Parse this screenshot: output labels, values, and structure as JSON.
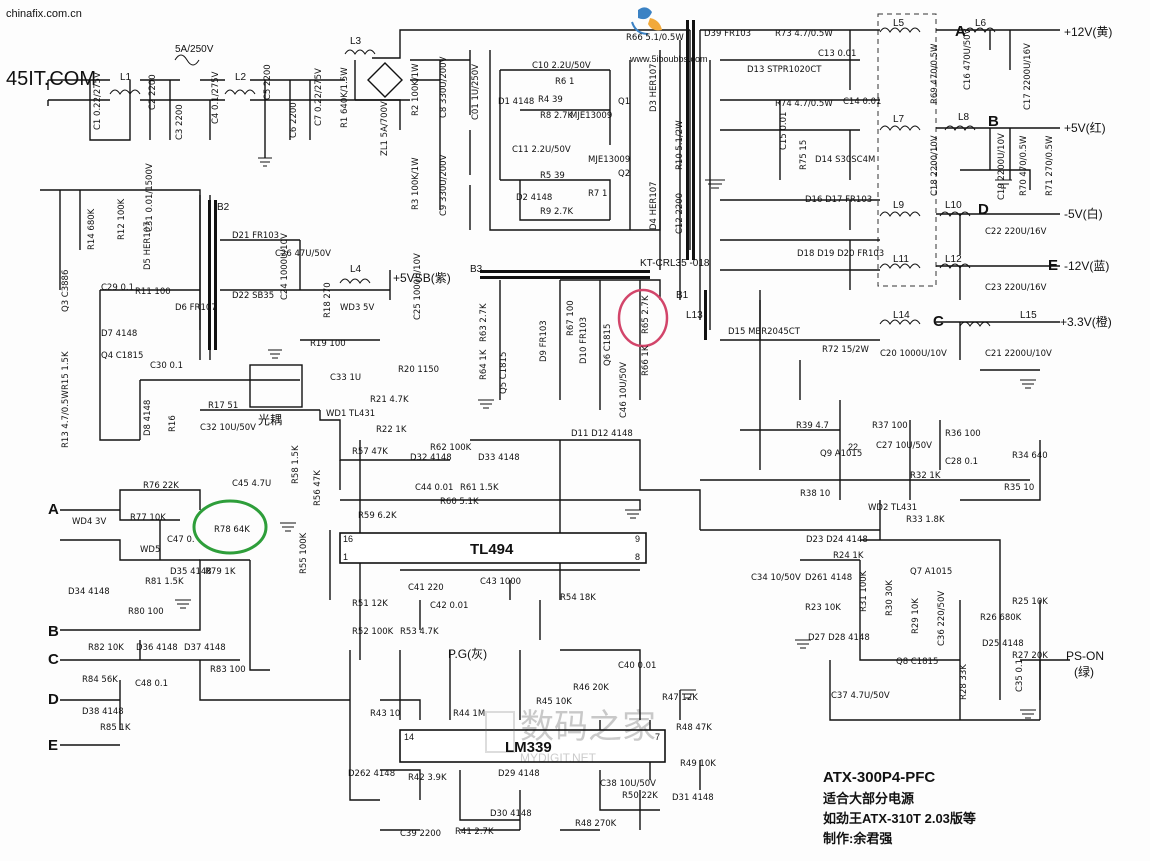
{
  "watermarks": {
    "site_top": "chinafix.com.cn",
    "site_left": "45IT.COM",
    "center_logo": "数码之家",
    "center_sub": "MYDIGIT.NET",
    "top_url": "www.5iboubbs.com"
  },
  "title_block": {
    "model": "ATX-300P4-PFC",
    "line1": "适合大部分电源",
    "line2": "如劲王ATX-310T 2.03版等",
    "line3": "制作:余君强"
  },
  "chips": {
    "pwm": "TL494",
    "comparator": "LM339"
  },
  "outputs": {
    "v12": "+12V(黄)",
    "v5": "+5V(红)",
    "vm5": "-5V(白)",
    "vm12": "-12V(蓝)",
    "v33": "+3.3V(橙)",
    "v5sb": "+5VSB(紫)",
    "pg": "P.G(灰)",
    "pson": "PS-ON",
    "pson_color": "(绿)",
    "optocoupler": "光耦"
  },
  "points": {
    "A": "A",
    "B": "B",
    "C": "C",
    "D": "D",
    "E": "E"
  },
  "labels": {
    "L1": "L1",
    "L2": "L2",
    "L3": "L3",
    "L4": "L4",
    "L5": "L5",
    "L6": "L6",
    "L7": "L7",
    "L8": "L8",
    "L9": "L9",
    "L10": "L10",
    "L11": "L11",
    "L12": "L12",
    "L13": "L13",
    "L14": "L14",
    "L15": "L15",
    "B1": "B1",
    "B2": "B2",
    "B3": "B3",
    "fuse": "5A/250V",
    "transformer": "KT-CRL35\n-018",
    "c1": "C1 0.22/275V",
    "c2": "C2 2200",
    "c3": "C3 2200",
    "c4": "C4 0.1/275V",
    "c5": "C5 2200",
    "c6": "C6 2200",
    "c7": "C7 0.22/275V",
    "r1": "R1 640K/1.5W",
    "zl1": "ZL1 5A/700V",
    "r2": "R2 100K/1W",
    "r3": "R3 100K/1W",
    "c8": "C8 330U/200V",
    "c9": "C9 330U/200V",
    "c01": "C01 1U/250V",
    "c10": "C10 2.2U/50V",
    "c11": "C11 2.2U/50V",
    "r6": "R6 1",
    "r4": "R4 39",
    "r8": "R8 2.7K",
    "r5": "R5 39",
    "r7": "R7 1",
    "r9": "R9 2.7K",
    "d1": "D1 4148",
    "d2": "D2 4148",
    "q1": "Q1",
    "q2": "Q2",
    "mje1": "MJE13009",
    "mje2": "MJE13009",
    "d3": "D3 HER107",
    "d4": "D4 HER107",
    "r10": "R10 5.1/2W",
    "c12": "C12 2200",
    "r66": "R66 5.1/0.5W",
    "d39": "D39 FR103",
    "r73": "R73 4.7/0.5W",
    "c13": "C13 0.01",
    "d13": "D13 STPR1020CT",
    "r74": "R74 4.7/0.5W",
    "c14": "C14 0.01",
    "c15": "C15 0.01",
    "r75": "R75 15",
    "d14": "D14 S30SC4M",
    "d16d17": "D16 D17 FR103",
    "d18d19d20": "D18 D19 D20 FR103",
    "d15": "D15 MBR2045CT",
    "r69": "R69 470/0.5W",
    "c16": "C16 470U/50V",
    "c17": "C17 2200U/16V",
    "c18": "C18 2200/10V",
    "c19": "C19 2200U/10V",
    "r70": "R70 470/0.5W",
    "r71": "R71 270/0.5W",
    "c22": "C22 220U/16V",
    "c23": "C23 220U/16V",
    "c20": "C20 1000U/10V",
    "c21": "C21 2200U/10V",
    "r72": "R72 15/2W",
    "r14": "R14 680K",
    "r12": "R12 100K",
    "c31": "C31 0.01/1500V",
    "d5": "D5 HER107",
    "q3": "Q3 C3886",
    "c29": "C29 0.1",
    "r11": "R11 100",
    "d6": "D6 FR107",
    "d7": "D7 4148",
    "q4": "Q4 C1815",
    "r15": "R15 1.5K",
    "c30": "C30 0.1",
    "r13": "R13 4.7/0.5W",
    "d8": "D8 4148",
    "r16": "R16",
    "r17": "R17 51",
    "c32": "C32 10U/50V",
    "d21": "D21 FR103",
    "d22": "D22 SB35",
    "c26": "C26 47U/50V",
    "c24": "C24 1000U/10V",
    "r18": "R18 270",
    "wd3": "WD3 5V",
    "c25": "C25 1000U/10V",
    "r19": "R19 100",
    "r20": "R20 1150",
    "c33": "C33 1U",
    "r21": "R21 4.7K",
    "r22": "R22 1K",
    "wd1": "WD1 TL431",
    "r63": "R63 2.7K",
    "r64": "R64 1K",
    "q5": "Q5 C1815",
    "d9": "D9 FR103",
    "r67": "R67 100",
    "d10": "D10 FR103",
    "q6": "Q6 C1815",
    "r65": "R65 2.7K",
    "r66b": "R66 1K",
    "c46": "C46 10U/50V",
    "d11d12": "D11 D12 4148",
    "c45": "C45 4.7U",
    "r58": "R58 1.5K",
    "r56": "R56 47K",
    "r57": "R57 47K",
    "r62": "R62 100K",
    "d32": "D32 4148",
    "d33": "D33 4148",
    "c44": "C44 0.01",
    "r61": "R61 1.5K",
    "r60": "R60 5.1K",
    "r59": "R59 6.2K",
    "r55": "R55 100K",
    "c41": "C41 220",
    "c42": "C42 0.01",
    "c43": "C43 1000",
    "r54": "R54 18K",
    "r51": "R51 12K",
    "r52": "R52 100K",
    "r53": "R53 4.7K",
    "r76": "R76 22K",
    "r77": "R77 10K",
    "c47": "C47 0.",
    "wd4": "WD4 3V",
    "r78": "R78 64K",
    "r79": "R79 1K",
    "wd5": "WD5",
    "d35": "D35 4148",
    "r81": "R81 1.5K",
    "d34": "D34 4148",
    "r80": "R80 100",
    "r82": "R82 10K",
    "d36": "D36 4148",
    "d37": "D37 4148",
    "r83": "R83 100",
    "r84": "R84 56K",
    "c48": "C48 0.1",
    "d38": "D38 4148",
    "r85": "R85 1K",
    "r43": "R43 10",
    "r44": "R44 1M",
    "r45": "R45 10K",
    "r46": "R46 20K",
    "c40": "C40 0.01",
    "r47": "R47 12K",
    "r48": "R48 47K",
    "r49": "R49 10K",
    "d262": "D262 4148",
    "r42": "R42 3.9K",
    "d29": "D29 4148",
    "c38": "C38 10U/50V",
    "r50": "R50 22K",
    "d31": "D31 4148",
    "d30": "D30 4148",
    "r48b": "R48 270K",
    "c39": "C39 2200",
    "r41": "R41 2.7K",
    "r39": "R39 4.7",
    "r37": "R37 100",
    "q9": "Q9 A1015",
    "c27": "C27 10U/50V",
    "r36": "R36 100",
    "r38": "R38 10",
    "r32": "R32 1K",
    "c28": "C28 0.1",
    "r34": "R34 640",
    "r35": "R35 10",
    "wd2": "WD2 TL431",
    "r33": "R33 1.8K",
    "d23d24": "D23 D24 4148",
    "c34": "C34 10/50V",
    "d261": "D261 4148",
    "r24": "R24 1K",
    "r23": "R23 10K",
    "q7": "Q7 A1015",
    "r31": "R31 100K",
    "r30": "R30 30K",
    "r29": "R29 10K",
    "c36": "C36 220/50V",
    "r26": "R26 680K",
    "r25": "R25 10K",
    "d27d28": "D27 D28 4148",
    "q8": "Q8 C1815",
    "d25": "D25 4148",
    "r27": "R27 20K",
    "c35": "C35 0.1",
    "r28": "R28 33K",
    "c37": "C37 4.7U/50V",
    "pin16": "16",
    "pin1": "1",
    "pin9": "9",
    "pin8": "8",
    "pin14": "14",
    "pin7": "7",
    "pin22": "22"
  }
}
